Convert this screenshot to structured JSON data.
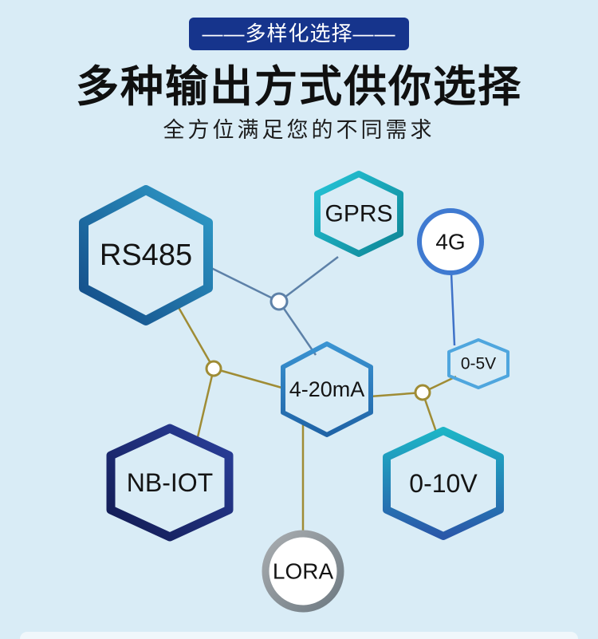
{
  "theme": {
    "background": "#d9ecf6",
    "ribbon_background": "#16348c",
    "ribbon_text_color": "#ffffff",
    "heading_color": "#101010",
    "label_color": "#141414",
    "connector_steel_blue": "#5d81a8",
    "connector_olive": "#9f8c35",
    "connector_blue": "#3f72c8"
  },
  "header": {
    "ribbon_text": "——多样化选择——",
    "title": "多种输出方式供你选择",
    "subtitle": "全方位满足您的不同需求"
  },
  "diagram": {
    "nodes": [
      {
        "id": "rs485",
        "label": "RS485",
        "shape": "hexagon",
        "ring_colors": [
          "#2f9cc9",
          "#134a86"
        ]
      },
      {
        "id": "gprs",
        "label": "GPRS",
        "shape": "hexagon",
        "ring_colors": [
          "#25c5d8",
          "#0e8494"
        ]
      },
      {
        "id": "4g",
        "label": "4G",
        "shape": "circle",
        "ring_colors": [
          "#3f7ad1"
        ]
      },
      {
        "id": "0-5v",
        "label": "0-5V",
        "shape": "hexagon",
        "ring_colors": [
          "#4fa6de"
        ]
      },
      {
        "id": "4-20ma",
        "label": "4-20mA",
        "shape": "hexagon",
        "ring_colors": [
          "#3b94d2",
          "#1f63a6"
        ]
      },
      {
        "id": "nb-iot",
        "label": "NB-IOT",
        "shape": "hexagon",
        "ring_colors": [
          "#2a3f9b",
          "#121b52"
        ]
      },
      {
        "id": "0-10v",
        "label": "0-10V",
        "shape": "hexagon",
        "ring_colors": [
          "#1db4c6",
          "#2a58a9"
        ]
      },
      {
        "id": "lora",
        "label": "LORA",
        "shape": "circle",
        "ring_colors": [
          "#a9adb0",
          "#6e7a82"
        ]
      }
    ],
    "links": [
      {
        "from": "rs485",
        "to": "hub1",
        "color": "steel_blue"
      },
      {
        "from": "gprs",
        "to": "hub1",
        "color": "steel_blue"
      },
      {
        "from": "hub1",
        "to": "4-20ma",
        "color": "steel_blue"
      },
      {
        "from": "rs485",
        "to": "hub2",
        "color": "olive"
      },
      {
        "from": "hub2",
        "to": "nb-iot",
        "color": "olive"
      },
      {
        "from": "hub2",
        "to": "4-20ma",
        "color": "olive"
      },
      {
        "from": "4-20ma",
        "to": "hub3",
        "color": "olive"
      },
      {
        "from": "hub3",
        "to": "0-5v",
        "color": "olive"
      },
      {
        "from": "hub3",
        "to": "0-10v",
        "color": "olive"
      },
      {
        "from": "4-20ma",
        "to": "lora",
        "color": "olive"
      },
      {
        "from": "4g",
        "to": "0-5v",
        "color": "blue"
      }
    ]
  }
}
